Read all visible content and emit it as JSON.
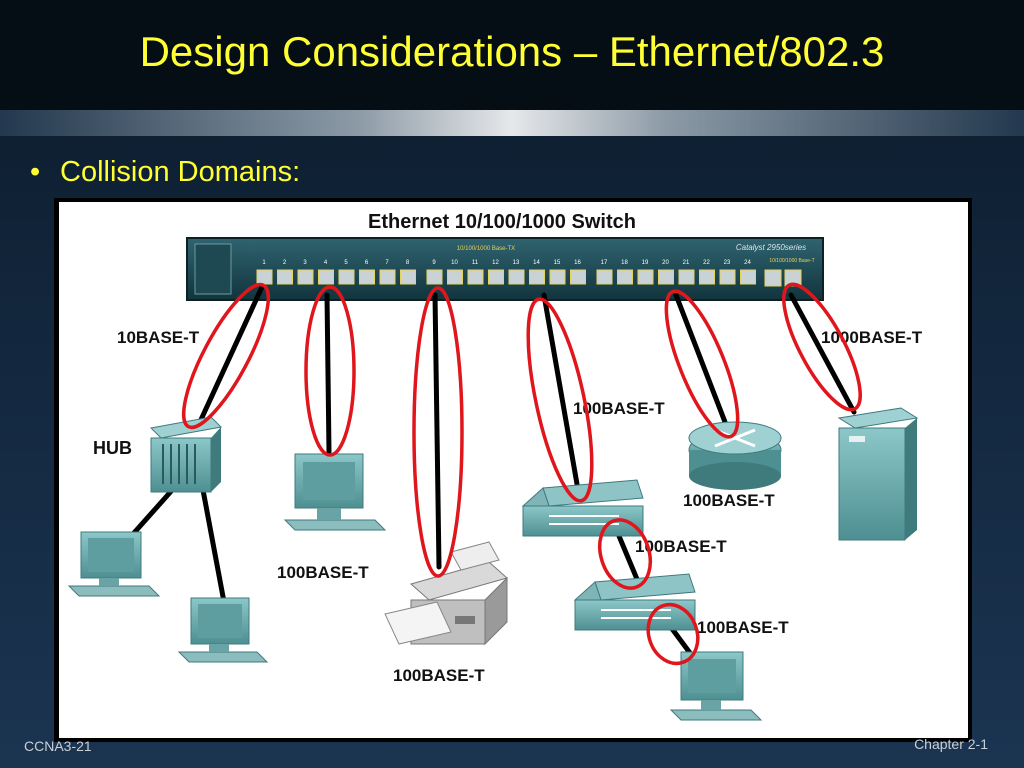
{
  "slide": {
    "title": "Design Considerations – Ethernet/802.3",
    "bullet": "Collision Domains:",
    "bullet_symbol": "•"
  },
  "diagram": {
    "title": "Ethernet 10/100/1000 Switch",
    "switch": {
      "port_numbers": [
        "1",
        "2",
        "3",
        "4",
        "5",
        "6",
        "7",
        "8",
        "9",
        "10",
        "11",
        "12",
        "13",
        "14",
        "15",
        "16",
        "17",
        "18",
        "19",
        "20",
        "21",
        "22",
        "23",
        "24"
      ],
      "model_label": "Catalyst 2950series",
      "center_label": "10/100/1000 Base-TX",
      "uplink_label": "10/100/1000 Base-T"
    },
    "labels": {
      "hub": "HUB",
      "link_hub": "10BASE-T",
      "link_server": "1000BASE-T",
      "link_pc": "100BASE-T",
      "link_printer": "100BASE-T",
      "link_switch1": "100BASE-T",
      "link_router": "100BASE-T",
      "link_switch2": "100BASE-T",
      "link_pc_bottom": "100BASE-T"
    },
    "colors": {
      "device": "#5f9ea0",
      "device_dark": "#3f7a7d",
      "cable": "#000000",
      "collision_ring": "#e0161d"
    }
  },
  "footer": {
    "left": "CCNA3-21",
    "right": "Chapter 2-1"
  }
}
